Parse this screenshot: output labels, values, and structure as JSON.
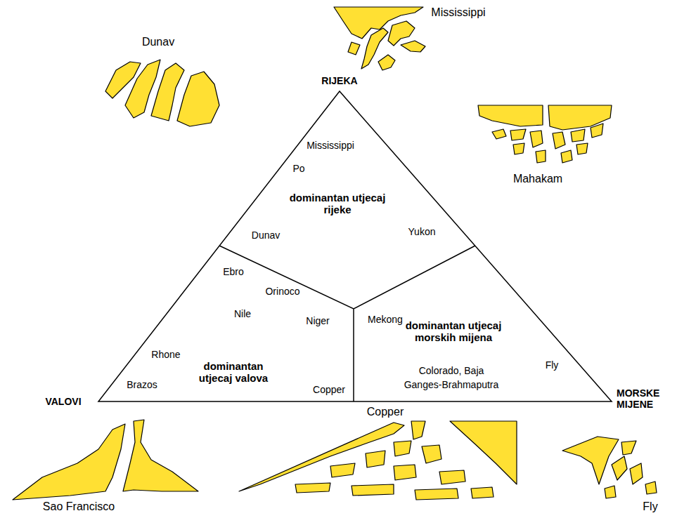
{
  "diagram": {
    "labels": [
      "Mississippi",
      "RIJEKA",
      "Dunav",
      "Mississippi",
      "Po",
      "dominantan utjecaj rijeke",
      "Dunav",
      "Yukon",
      "Mahakam",
      "Ebro",
      "Orinoco",
      "Nile",
      "Niger",
      "Mekong",
      "dominantan utjecaj morskih mijena",
      "Rhone",
      "dominantan utjecaj valova",
      "Colorado, Baja",
      "Fly",
      "Ganges-Brahmaputra",
      "Brazos",
      "Copper",
      "VALOVI",
      "MORSKE MIJENE",
      "Copper",
      "Sao Francisco",
      "Fly"
    ]
  }
}
